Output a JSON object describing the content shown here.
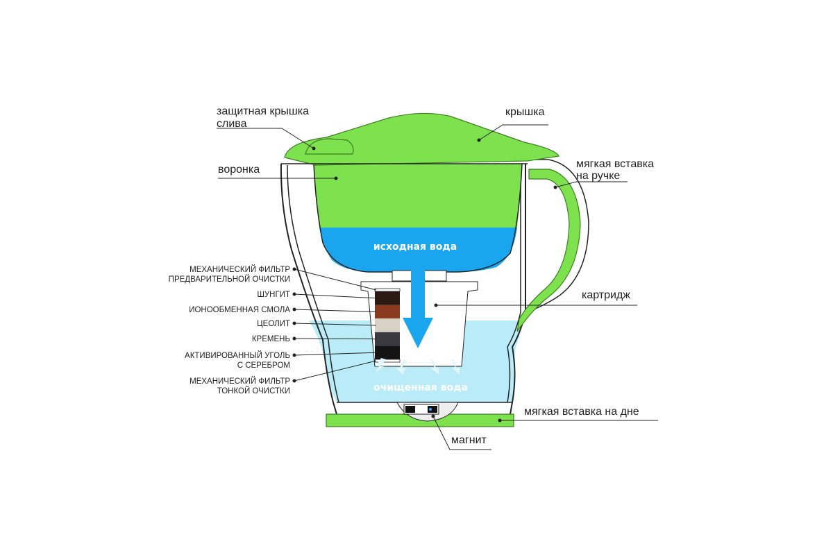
{
  "colors": {
    "green": "#7ee24f",
    "green_dark": "#3d7d22",
    "funnel_water": "#1aa6ee",
    "jug_water": "#b9ecf8",
    "outline": "#222222"
  },
  "labels": {
    "drain_cover": [
      "защитная крышка",
      "слива"
    ],
    "lid": "крышка",
    "funnel": "воронка",
    "handle_insert": [
      "мягкая вставка",
      "на ручке"
    ],
    "cartridge": "картридж",
    "bottom_insert": "мягкая вставка на дне",
    "magnet": "магнит",
    "source_water": "исходная вода",
    "purified_water": "очищенная вода"
  },
  "filter_layers": [
    {
      "lines": [
        "МЕХАНИЧЕСКИЙ ФИЛЬТР",
        "ПРЕДВАРИТЕЛЬНОЙ ОЧИСТКИ"
      ],
      "color": "#ffffff"
    },
    {
      "lines": [
        "ШУНГИТ"
      ],
      "color": "#2b1a14"
    },
    {
      "lines": [
        "ИОНООБМЕННАЯ СМОЛА"
      ],
      "color": "#8a3b1e"
    },
    {
      "lines": [
        "ЦЕОЛИТ"
      ],
      "color": "#d8d3c6"
    },
    {
      "lines": [
        "КРЕМЕНЬ"
      ],
      "color": "#3a3a40"
    },
    {
      "lines": [
        "АКТИВИРОВАННЫЙ УГОЛЬ",
        "С СЕРЕБРОМ"
      ],
      "color": "#141414"
    },
    {
      "lines": [
        "МЕХАНИЧЕСКИЙ ФИЛЬТР",
        "ТОНКОЙ ОЧИСТКИ"
      ],
      "color": "#ffffff"
    }
  ]
}
